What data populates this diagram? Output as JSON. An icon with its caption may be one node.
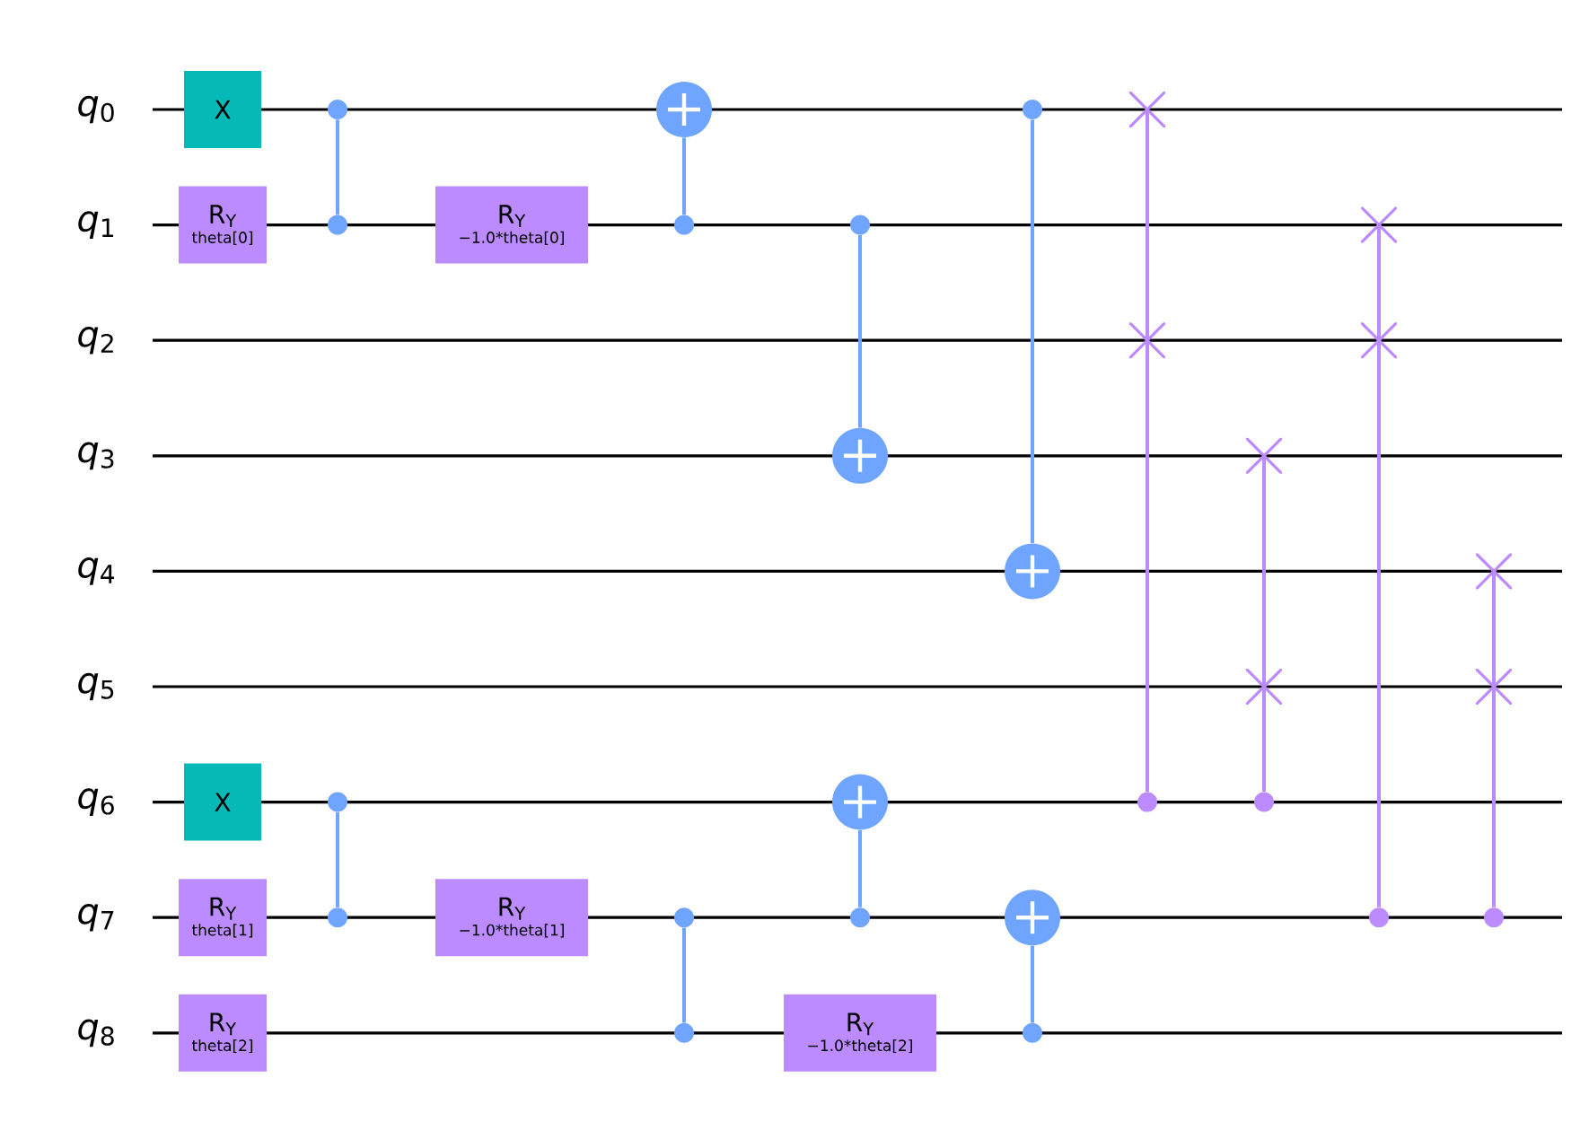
{
  "diagram": {
    "nodes": [
      {
        "text": [
          "X"
        ]
      },
      {
        "text": [
          "R$_{Y}$",
          "theta[0]"
        ]
      },
      {
        "text": [
          "X"
        ]
      },
      {
        "text": [
          "R$_{Y}$",
          "theta[1]"
        ]
      },
      {
        "text": [
          "R$_{Y}$",
          "theta[2]"
        ]
      },
      {
        "text": [],
        "shape": "dot"
      },
      {
        "text": [],
        "shape": "dot"
      },
      {
        "text": [],
        "shape": "dot"
      },
      {
        "text": [],
        "shape": "dot"
      },
      {
        "text": [
          "R$_{Y}$",
          "−1.0*theta[0]"
        ]
      },
      {
        "text": [
          "R$_{Y}$",
          "−1.0*theta[1]"
        ]
      },
      {
        "text": [],
        "shape": "circle"
      },
      {
        "text": [],
        "shape": "dot"
      },
      {
        "text": [],
        "shape": "dot"
      },
      {
        "text": [],
        "shape": "dot"
      },
      {
        "text": [],
        "shape": "dot"
      },
      {
        "text": [],
        "shape": "circle"
      },
      {
        "text": [],
        "shape": "circle"
      },
      {
        "text": [],
        "shape": "dot"
      },
      {
        "text": [
          "R$_{Y}$",
          "−1.0*theta[2]"
        ]
      },
      {
        "text": [],
        "shape": "dot"
      },
      {
        "text": [],
        "shape": "circle"
      },
      {
        "text": [],
        "shape": "circle"
      },
      {
        "text": [],
        "shape": "dot"
      },
      {
        "text": [],
        "shape": "cross"
      },
      {
        "text": [],
        "shape": "cross"
      },
      {
        "text": [],
        "shape": "dot"
      },
      {
        "text": [],
        "shape": "cross"
      },
      {
        "text": [],
        "shape": "cross"
      },
      {
        "text": [],
        "shape": "dot"
      },
      {
        "text": [],
        "shape": "cross"
      },
      {
        "text": [],
        "shape": "cross"
      },
      {
        "text": [],
        "shape": "dot"
      },
      {
        "text": [],
        "shape": "cross"
      },
      {
        "text": [],
        "shape": "cross"
      },
      {
        "text": [],
        "shape": "dot"
      }
    ],
    "edges": [
      {
        "from": 5,
        "to": 6,
        "arrow": "none",
        "color": "#6fa4ff"
      },
      {
        "from": 7,
        "to": 8,
        "arrow": "none",
        "color": "#6fa4ff"
      },
      {
        "from": 12,
        "to": 11,
        "arrow": "none",
        "color": "#6fa4ff"
      },
      {
        "from": 13,
        "to": 14,
        "arrow": "none",
        "color": "#6fa4ff"
      },
      {
        "from": 15,
        "to": 16,
        "arrow": "none",
        "color": "#6fa4ff"
      },
      {
        "from": 18,
        "to": 17,
        "arrow": "none",
        "color": "#6fa4ff"
      },
      {
        "from": 20,
        "to": 21,
        "arrow": "none",
        "color": "#6fa4ff"
      },
      {
        "from": 23,
        "to": 22,
        "arrow": "none",
        "color": "#6fa4ff"
      },
      {
        "from": 26,
        "to": 25,
        "arrow": "none",
        "color": "#bb8bff"
      },
      {
        "from": 25,
        "to": 24,
        "arrow": "none",
        "color": "#bb8bff"
      },
      {
        "from": 29,
        "to": 28,
        "arrow": "none",
        "color": "#bb8bff"
      },
      {
        "from": 28,
        "to": 27,
        "arrow": "none",
        "color": "#bb8bff"
      },
      {
        "from": 32,
        "to": 31,
        "arrow": "none",
        "color": "#bb8bff"
      },
      {
        "from": 31,
        "to": 30,
        "arrow": "none",
        "color": "#bb8bff"
      },
      {
        "from": 35,
        "to": 34,
        "arrow": "none",
        "color": "#bb8bff"
      },
      {
        "from": 34,
        "to": 33,
        "arrow": "none",
        "color": "#bb8bff"
      }
    ],
    "labels": [
      "*q*$_{0}$",
      "*q*$_{1}$",
      "*q*$_{2}$",
      "*q*$_{3}$",
      "*q*$_{4}$",
      "*q*$_{5}$",
      "*q*$_{6}$",
      "*q*$_{7}$",
      "*q*$_{8}$"
    ]
  }
}
